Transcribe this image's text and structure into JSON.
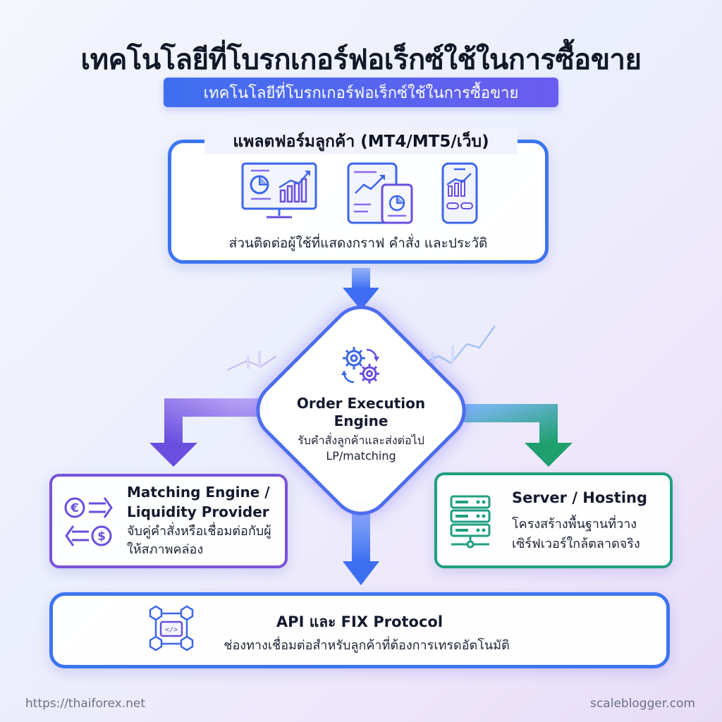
{
  "title": "เทคโนโลยีที่โบรกเกอร์ฟอเร็กซ์ใช้ในการซื้อขาย",
  "subtitle": "เทคโนโลยีที่โบรกเกอร์ฟอเร็กซ์ใช้ในการซื้อขาย",
  "client_platform": {
    "heading": "แพลตฟอร์มลูกค้า (MT4/MT5/เว็บ)",
    "description": "ส่วนติดต่อผู้ใช้ที่แสดงกราฟ คำสั่ง และประวัติ",
    "icons": [
      "desktop-chart-icon",
      "tablet-chart-icon",
      "mobile-chart-icon"
    ]
  },
  "order_engine": {
    "title": "Order Execution Engine",
    "description": "รับคำสั่งลูกค้าและส่งต่อไป LP/matching",
    "icon": "gears-icon"
  },
  "matching": {
    "title": "Matching Engine / Liquidity Provider",
    "description": "จับคู่คำสั่งหรือเชื่อมต่อกับผู้ให้สภาพคล่อง",
    "icon": "currency-exchange-icon"
  },
  "server": {
    "title": "Server / Hosting",
    "description": "โครงสร้างพื้นฐานที่วางเซิร์ฟเวอร์ใกล้ตลาดจริง",
    "icon": "server-rack-icon"
  },
  "api": {
    "title": "API และ FIX Protocol",
    "description": "ช่องทางเชื่อมต่อสำหรับลูกค้าที่ต้องการเทรดอัตโนมัติ",
    "icon": "api-network-icon"
  },
  "footer": {
    "left": "https://thaiforex.net",
    "right": "scaleblogger.com"
  },
  "colors": {
    "primary_blue": "#3d74f0",
    "purple": "#7a53d8",
    "green": "#1f9f80",
    "title": "#111827"
  }
}
